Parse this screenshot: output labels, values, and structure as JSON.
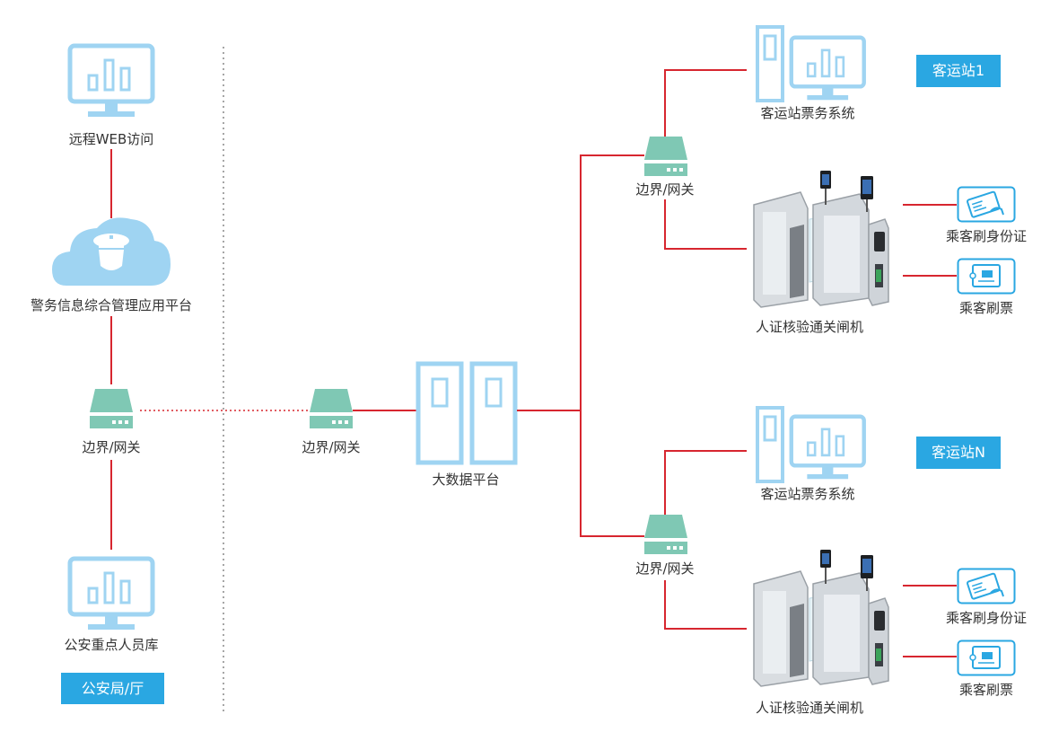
{
  "left": {
    "remote_web": "远程WEB访问",
    "police_platform": "警务信息综合管理应用平台",
    "gateway": "边界/网关",
    "key_person_db": "公安重点人员库",
    "bureau_tag": "公安局/厅"
  },
  "center": {
    "gateway": "边界/网关",
    "big_data": "大数据平台"
  },
  "station1": {
    "tag": "客运站1",
    "ticket_system": "客运站票务系统",
    "gateway": "边界/网关",
    "turnstile": "人证核验通关闸机",
    "id_swipe": "乘客刷身份证",
    "ticket_swipe": "乘客刷票"
  },
  "stationN": {
    "tag": "客运站N",
    "ticket_system": "客运站票务系统",
    "gateway": "边界/网关",
    "turnstile": "人证核验通关闸机",
    "id_swipe": "乘客刷身份证",
    "ticket_swipe": "乘客刷票"
  },
  "colors": {
    "line": "#d7262f",
    "icon_blue": "#9fd4f2",
    "gateway_green": "#7fc8b4",
    "tag_bg": "#2aa7e2"
  }
}
